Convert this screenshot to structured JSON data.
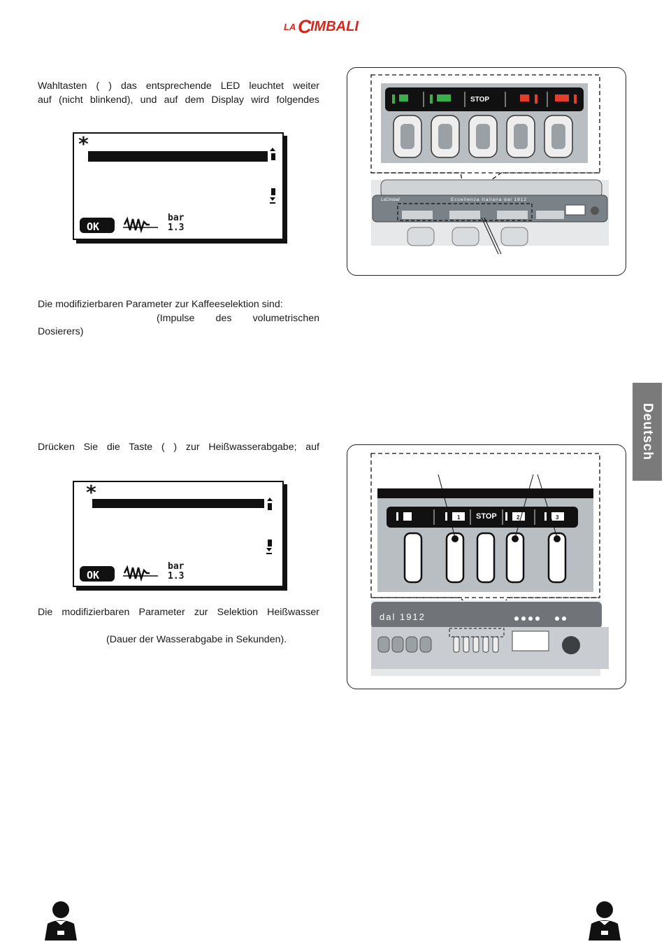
{
  "header": {
    "logo_text": "LaCimbali",
    "brand_color": "#d7261c"
  },
  "section1": {
    "paragraph_lines": [
      "Wahltasten ( ) das entsprechende LED leuchtet weiter",
      "auf (nicht blinkend), und auf dem Display wird folgendes"
    ]
  },
  "display1": {
    "star": "*",
    "ok_label": "OK",
    "bar_label": "bar",
    "bar_value": "1.3"
  },
  "figure1": {
    "stop_label": "STOP",
    "machine_text": "Eccellenza  Italiana  dal  1912",
    "machine_logo": "LaCimbali"
  },
  "section2": {
    "intro": "Die modifizierbaren Parameter zur Kaffeeselektion sind:",
    "detail_line1": "(Impulse des volumetrischen",
    "detail_line2": "Dosierers)"
  },
  "sidebar": {
    "language_tab": "Deutsch",
    "tab_color": "#7a7a7a"
  },
  "section3": {
    "paragraph": "Drücken Sie die Taste (    ) zur Heißwasserabgabe; auf"
  },
  "display2": {
    "star": "*",
    "ok_label": "OK",
    "bar_label": "bar",
    "bar_value": "1.3"
  },
  "figure2": {
    "stop_label": "STOP",
    "dose_labels": [
      "1",
      "2",
      "3"
    ],
    "machine_text": "dal  1912"
  },
  "section4": {
    "intro": "Die modifizierbaren Parameter zur Selektion Heißwasser",
    "detail": "(Dauer der Wasserabgabe in Sekunden)."
  },
  "footer": {
    "left_icon": "waiter-icon",
    "right_icon": "waiter-icon"
  }
}
